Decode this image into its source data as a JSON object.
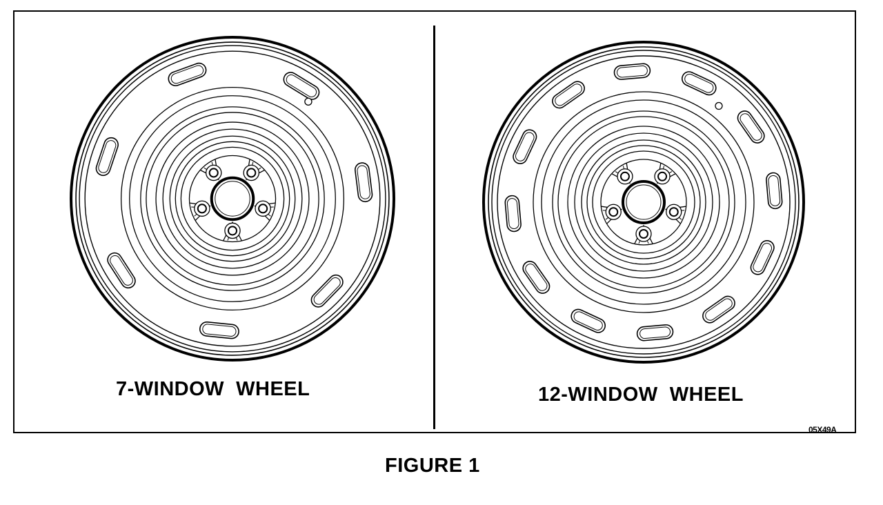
{
  "figure": {
    "caption": "FIGURE 1",
    "code": "05X49A"
  },
  "wheels": [
    {
      "label": "7-WINDOW  WHEEL",
      "windows": 7,
      "lug_nuts": 5
    },
    {
      "label": "12-WINDOW  WHEEL",
      "windows": 12,
      "lug_nuts": 5
    }
  ]
}
